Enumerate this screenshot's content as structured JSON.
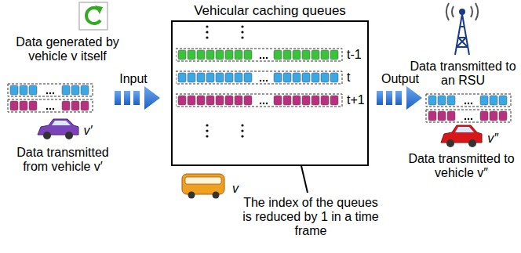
{
  "diagram": {
    "nodes": [
      {
        "text": [
          "Vehicular caching queues"
        ]
      },
      {
        "text": [
          "t-1"
        ],
        "in": 0
      },
      {
        "text": [
          "t"
        ],
        "in": 0
      },
      {
        "text": [
          "t+1"
        ],
        "in": 0
      }
    ],
    "labels": [
      "Data generated by vehicle v itself",
      "Input",
      "v′",
      "Data transmitted from vehicle v′",
      "v",
      "The index of the queues is reduced by 1 in a time frame",
      "Output",
      "Data transmitted to an RSU",
      "v″",
      "Data transmitted to vehicle v″"
    ]
  }
}
